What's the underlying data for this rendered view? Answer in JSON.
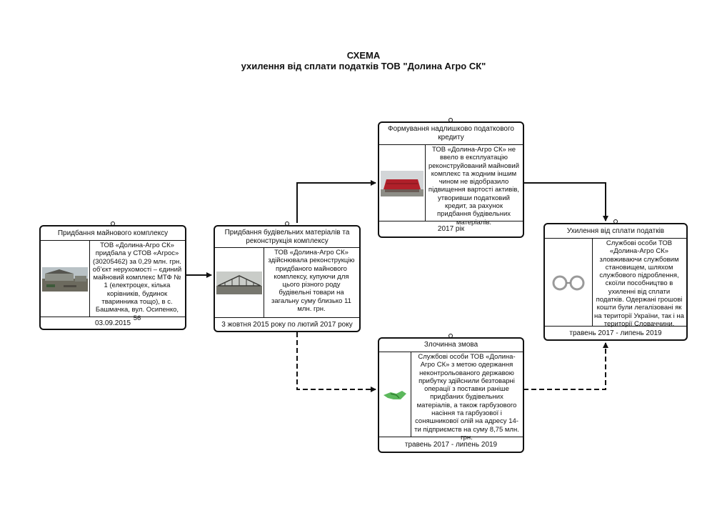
{
  "title": {
    "line1": "СХЕМА",
    "line2": "ухилення від сплати податків ТОВ \"Долина Агро СК\""
  },
  "boxes": {
    "acquisition": {
      "header": "Придбання майнового комплексу",
      "text": "ТОВ «Долина-Агро СК» придбала у СТОВ «Агрос» (30205462) за 0,29 млн. грн. об’єкт нерухомості – єдиний майновий комплекс МТФ № 1 (електроцех, кілька корівників, будинок тваринника тощо), в с. Башмачка, вул. Осипенко, 56",
      "footer": "03.09.2015",
      "icon": "farm-photo-icon"
    },
    "reconstruction": {
      "header": "Придбання будівельних матеріалів та реконструкція комплексу",
      "text": "ТОВ «Долина-Агро СК» здійснювала реконструкцію придбаного майнового комплексу, купуючи для цього різного роду будівельні товари на загальну суму близько 11 млн. грн.",
      "footer": "3 жовтня 2015 року по лютий 2017 року",
      "icon": "construction-photo-icon"
    },
    "credit": {
      "header": "Формування надлишково податкового кредиту",
      "text": "ТОВ «Долина-Агро СК» не ввело в експлуатацію реконструйований майновий комплекс та жодним іншим чином не відобразило підвищення вартості активів, утворивши податковий кредит, за рахунок придбання будівельних матеріалів.",
      "footer": "2017 рік",
      "icon": "building-photo-icon"
    },
    "evasion": {
      "header": "Ухилення від сплати податків",
      "text": "Службові особи ТОВ «Долина-Агро СК» зловживаючи службовим становищем, шляхом службового підроблення, скоїли пособництво в ухиленні від сплати податків. Одержані грошові кошти були легалізовані як на території України, так і на території Словаччини.",
      "footer": "травень 2017 - липень 2019",
      "icon": "handcuffs-icon"
    },
    "conspiracy": {
      "header": "Злочинна змова",
      "text": "Службові особи ТОВ «Долина-Агро СК» з метою одержання неконтрольованого державою прибутку здійснили безтоварні операції з поставки раніше придбаних будівельних матеріалів, а також гарбузового насіння та гарбузової і соняшникової олій на адресу 14-ти підприємств на суму 8,75 млн. грн.",
      "footer": "травень 2017 - липень 2019",
      "icon": "handshake-icon"
    }
  },
  "colors": {
    "line": "#111111",
    "roof": "#b0202a"
  }
}
